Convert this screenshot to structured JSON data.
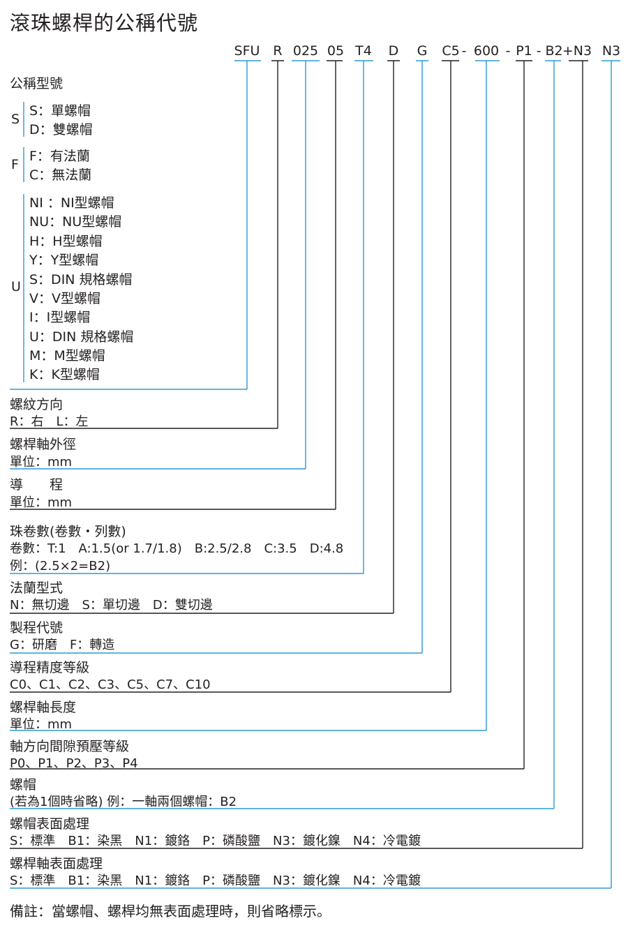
{
  "title": "滾珠螺桿的公稱代號",
  "code_parts": [
    "SFU",
    "R",
    "025",
    "05",
    "T4",
    "D",
    "G",
    "C5",
    "-",
    "600",
    "-",
    "P1",
    "-",
    "B2",
    "+N3",
    "N3"
  ],
  "colors": {
    "black": "#231f20",
    "blue": "#2b9bd1"
  },
  "type_section": {
    "header": "公稱型號",
    "groups": [
      {
        "letter": "S",
        "items": [
          "S：單螺帽",
          "D：雙螺帽"
        ]
      },
      {
        "letter": "F",
        "items": [
          "F：有法蘭",
          "C：無法蘭"
        ]
      },
      {
        "letter": "U",
        "items": [
          "NI ：NI型螺帽",
          "NU：NU型螺帽",
          "H：H型螺帽",
          "Y：Y型螺帽",
          "S：DIN 規格螺帽",
          "V：V型螺帽",
          "I：I型螺帽",
          "U：DIN 規格螺帽",
          "M：M型螺帽",
          "K：K型螺帽"
        ]
      }
    ]
  },
  "sections": [
    {
      "header": "螺紋方向",
      "lines": [
        "R：右　L：左"
      ]
    },
    {
      "header": "螺桿軸外徑",
      "lines": [
        "單位：mm"
      ]
    },
    {
      "header": "導　　程",
      "lines": [
        "單位：mm"
      ]
    },
    {
      "header": "珠卷數(卷數・列數)",
      "lines": [
        "卷數：T:1　A:1.5(or 1.7/1.8)　B:2.5/2.8　C:3.5　D:4.8",
        "例：(2.5×2=B2)"
      ]
    },
    {
      "header": "法蘭型式",
      "lines": [
        "N：無切邊　S：單切邊　D：雙切邊"
      ]
    },
    {
      "header": "製程代號",
      "lines": [
        "G：研磨　F：轉造"
      ]
    },
    {
      "header": "導程精度等級",
      "lines": [
        "C0、C1、C2、C3、C5、C7、C10"
      ]
    },
    {
      "header": "螺桿軸長度",
      "lines": [
        "單位：mm"
      ]
    },
    {
      "header": "軸方向間隙預壓等級",
      "lines": [
        "P0、P1、P2、P3、P4"
      ]
    },
    {
      "header": "螺帽",
      "lines": [
        "(若為1個時省略) 例：一軸兩個螺帽：B2"
      ]
    },
    {
      "header": "螺帽表面處理",
      "lines": [
        "S：標準　B1：染黑　N1：鍍鉻　P：磷酸鹽　N3：鍍化鎳　N4：冷電鍍"
      ]
    },
    {
      "header": "螺桿軸表面處理",
      "lines": [
        "S：標準　B1：染黑　N1：鍍鉻　P：磷酸鹽　N3：鍍化鎳　N4：冷電鍍"
      ]
    }
  ],
  "footnote": "備註：當螺帽、螺桿均無表面處理時，則省略標示。"
}
